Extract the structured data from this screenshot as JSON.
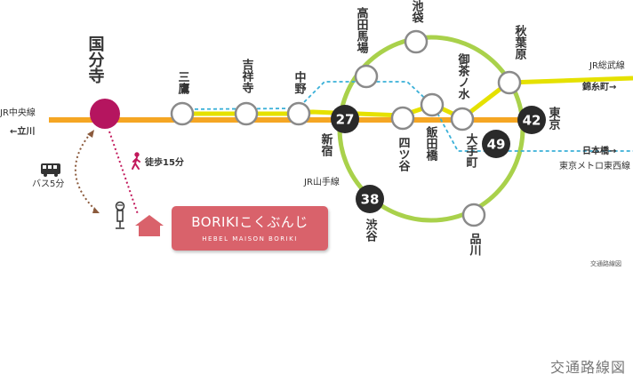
{
  "map": {
    "colors": {
      "chuo_line": "#f5a623",
      "yamanote_line": "#a9d14b",
      "sobu_line": "#e5e100",
      "tozai_line": "#3ab0d8",
      "highlight": "#b5155f",
      "walk": "#c2185b",
      "bus": "#8b5a3c",
      "banner": "#d9626b"
    },
    "home_station": "国分寺",
    "stations": {
      "mitaka": "三鷹",
      "kichijoji": "吉祥寺",
      "nakano": "中野",
      "shinjuku": "新宿",
      "shibuya": "渋谷",
      "takadanobaba": "高田馬場",
      "ikebukuro": "池袋",
      "yotsuya": "四ツ谷",
      "iidabashi": "飯田橋",
      "ochanomizu": "御茶ノ水",
      "akihabara": "秋葉原",
      "otemachi": "大手町",
      "tokyo": "東京",
      "shinagawa": "品川"
    },
    "minutes": {
      "shinjuku": "27",
      "shibuya": "38",
      "tokyo": "42",
      "otemachi": "49"
    },
    "lines": {
      "chuo": "JR中央線",
      "yamanote": "JR山手線",
      "sobu": "JR総武線",
      "tozai": "東京メトロ東西線"
    },
    "directions": {
      "tachikawa": "←立川",
      "kinshicho": "錦糸町→",
      "nihonbashi": "日本橋→"
    },
    "access": {
      "walk": "徒歩15分",
      "bus": "バス5分"
    },
    "property": {
      "name": "BORIKIこくぶんじ",
      "subtitle": "HEBEL MAISON BORIKI"
    },
    "small_note": "交通路線図",
    "caption": "交通路線図"
  }
}
